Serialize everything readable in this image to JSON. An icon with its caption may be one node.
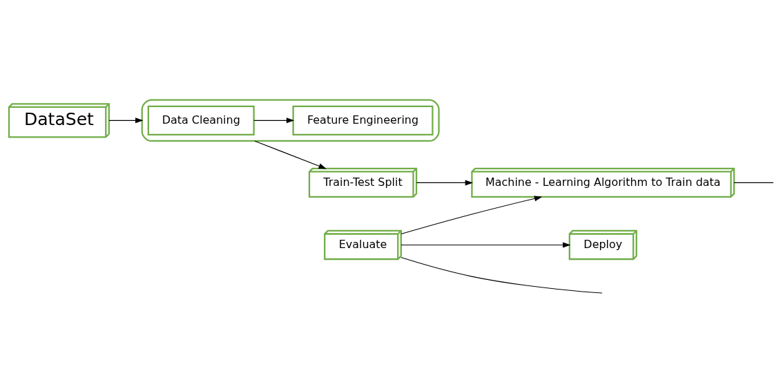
{
  "diagram": {
    "nodes": [
      {
        "text": [
          "DataSet"
        ]
      },
      {
        "text": [],
        "shape": "cylinder"
      },
      {
        "text": [
          "Data Cleaning"
        ],
        "in": 1
      },
      {
        "text": [
          "Feature Engineering"
        ],
        "in": 1
      },
      {
        "text": [
          "Train-Test Split"
        ]
      },
      {
        "text": [
          "Machine - Learning Algorithm to Train data"
        ]
      },
      {
        "text": [
          "Evaluate"
        ]
      },
      {
        "text": [
          "Deploy"
        ]
      }
    ],
    "edges": [
      {
        "from": 0,
        "to": 1,
        "arrow": "to"
      },
      {
        "from": 2,
        "to": 3,
        "arrow": "to"
      },
      {
        "from": 1,
        "to": 4,
        "arrow": "to"
      },
      {
        "from": 4,
        "to": 5,
        "arrow": "to"
      },
      {
        "from": 5,
        "to": null,
        "arrow": "none"
      },
      {
        "from": 6,
        "to": null,
        "arrow": "none"
      },
      {
        "from": 6,
        "to": 5,
        "arrow": "to"
      },
      {
        "from": 6,
        "to": 7,
        "arrow": "to"
      }
    ]
  }
}
